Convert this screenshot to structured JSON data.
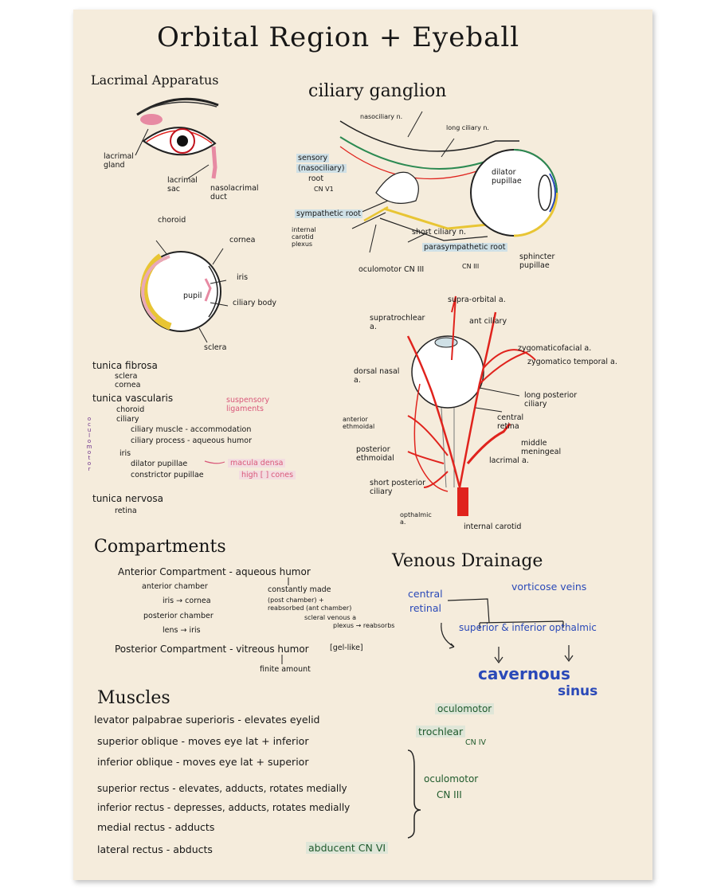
{
  "title": "Orbital Region + Eyeball",
  "lacrimal": {
    "heading": "Lacrimal Apparatus",
    "gland": "lacrimal gland",
    "sac": "lacrimal sac",
    "duct": "nasolacrimal duct"
  },
  "eye_section": {
    "choroid": "choroid",
    "cornea": "cornea",
    "iris": "iris",
    "pupil": "pupil",
    "ciliary_body": "ciliary body",
    "sclera": "sclera"
  },
  "ganglion": {
    "heading": "ciliary ganglion",
    "nasociliary": "nasociliary n.",
    "long_ciliary": "long ciliary n.",
    "sensory_1": "sensory",
    "sensory_2": "(nasociliary)",
    "sensory_3": "root",
    "sensory_4": "CN V1",
    "sympathetic": "sympathetic root",
    "internal_carotid_plexus": "internal carotid plexus",
    "short_ciliary": "short ciliary n.",
    "parasympathetic": "parasympathetic root",
    "parasympathetic_cn": "CN III",
    "oculomotor": "oculomotor CN III",
    "dilator": "dilator pupillae",
    "sphincter": "sphincter pupillae"
  },
  "tunics": {
    "fibrosa": "tunica fibrosa",
    "sclera": "sclera",
    "cornea": "cornea",
    "vascularis": "tunica vascularis",
    "choroid": "choroid",
    "ciliary": "ciliary",
    "ciliary_muscle": "ciliary muscle - accommodation",
    "ciliary_process": "ciliary process - aqueous humor",
    "iris": "iris",
    "dilator": "dilator pupillae",
    "constrictor": "constrictor pupillae",
    "suspensory": "suspensory ligaments",
    "macula_1": "macula densa",
    "macula_2": "high [ ] cones",
    "oculomotor_vertical": "oculomotor",
    "nervosa": "tunica nervosa",
    "retina": "retina"
  },
  "arteries": {
    "supraorbital": "supra-orbital a.",
    "supratrochlear": "supratrochlear a.",
    "ant_ciliary": "ant ciliary",
    "zygomaticofacial": "zygomaticofacial a.",
    "zygomaticotemporal": "zygomatico temporal a.",
    "dorsal_nasal": "dorsal nasal a.",
    "long_posterior": "long posterior ciliary",
    "anterior_ethmoidal": "anterior ethmoidal",
    "central_retina": "central retina",
    "middle_meningeal": "middle meningeal",
    "posterior_ethmoidal": "posterior ethmoidal",
    "lacrimal": "lacrimal a.",
    "short_posterior": "short posterior ciliary",
    "opthalmic": "opthalmic a.",
    "internal_carotid": "internal carotid"
  },
  "compartments": {
    "heading": "Compartments",
    "anterior": "Anterior Compartment - aqueous humor",
    "anterior_chamber": "anterior chamber",
    "iris_cornea": "iris → cornea",
    "posterior_chamber": "posterior chamber",
    "lens_iris": "lens → iris",
    "constantly": "constantly made",
    "post_chamber": "(post chamber) +",
    "reabsorbed": "reabsorbed (ant chamber)",
    "scleral": "scleral venous a",
    "plexus": "plexus → reabsorbs",
    "posterior": "Posterior Compartment - vitreous humor",
    "gel": "[gel-like]",
    "finite": "finite amount"
  },
  "venous": {
    "heading": "Venous Drainage",
    "central_1": "central",
    "central_2": "retinal",
    "vorticose": "vorticose veins",
    "sup_inf": "superior & inferior opthalmic",
    "cavernous": "cavernous",
    "sinus": "sinus"
  },
  "muscles": {
    "heading": "Muscles",
    "rows": [
      "levator palpabrae superioris - elevates eyelid",
      "superior oblique - moves eye lat + inferior",
      "inferior oblique - moves eye lat + superior",
      "superior rectus - elevates, adducts, rotates medially",
      "inferior rectus - depresses, adducts, rotates medially",
      "medial rectus - adducts",
      "lateral rectus - abducts"
    ],
    "n_oculomotor_1": "oculomotor",
    "n_trochlear": "trochlear",
    "n_trochlear_cn": "CN IV",
    "n_oculomotor_2": "oculomotor",
    "n_oculomotor_cn": "CN III",
    "n_abducent": "abducent CN VI"
  },
  "colors": {
    "artery": "#e0231d",
    "nerve_green": "#2c8a52",
    "nerve_yellow": "#e8c534",
    "highlight_blue": "#cfe0e6",
    "pink": "#d9587a",
    "ink_blue": "#2a49b8"
  }
}
